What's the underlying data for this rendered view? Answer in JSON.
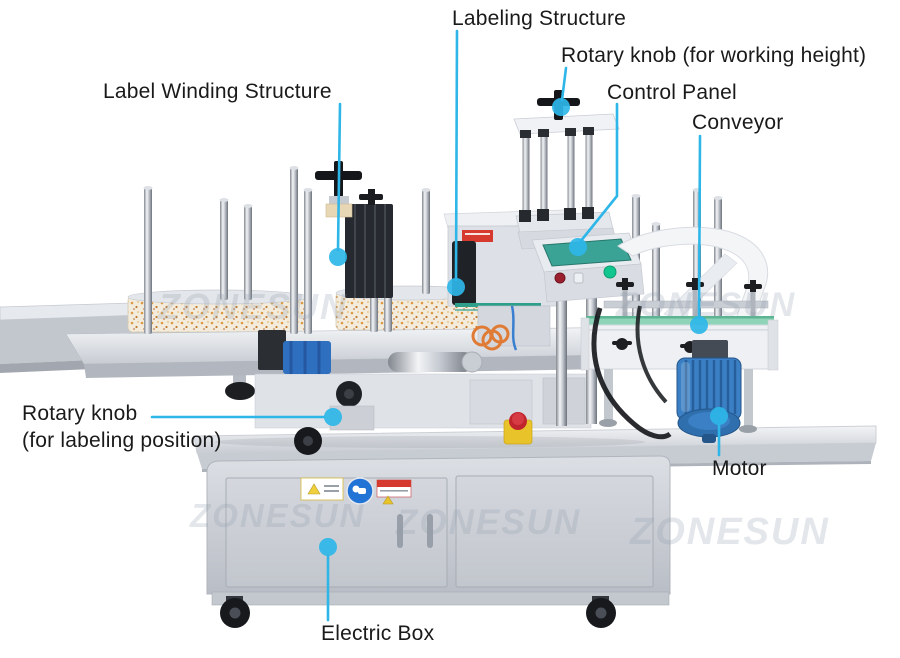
{
  "colors": {
    "accent": "#2eb6e8",
    "label_text": "#1a1a1a",
    "background": "#ffffff",
    "screen_teal": "#3aa396",
    "button_green": "#12c78f",
    "belt_green": "#8fd4b8",
    "motor_blue": "#3b80c4",
    "watermark_color": "rgba(145,155,172,0.25)"
  },
  "watermark": {
    "text": "ZONESUN"
  },
  "callouts": [
    {
      "id": "label-winding-structure",
      "label": "Label Winding Structure"
    },
    {
      "id": "labeling-structure",
      "label": "Labeling Structure"
    },
    {
      "id": "rotary-knob-working-height",
      "label": "Rotary knob (for working height)"
    },
    {
      "id": "control-panel",
      "label": "Control Panel"
    },
    {
      "id": "conveyor",
      "label": "Conveyor"
    },
    {
      "id": "rotary-knob-labeling-position",
      "label": "Rotary knob\n(for labeling position)"
    },
    {
      "id": "motor",
      "label": "Motor"
    },
    {
      "id": "electric-box",
      "label": "Electric Box"
    }
  ]
}
